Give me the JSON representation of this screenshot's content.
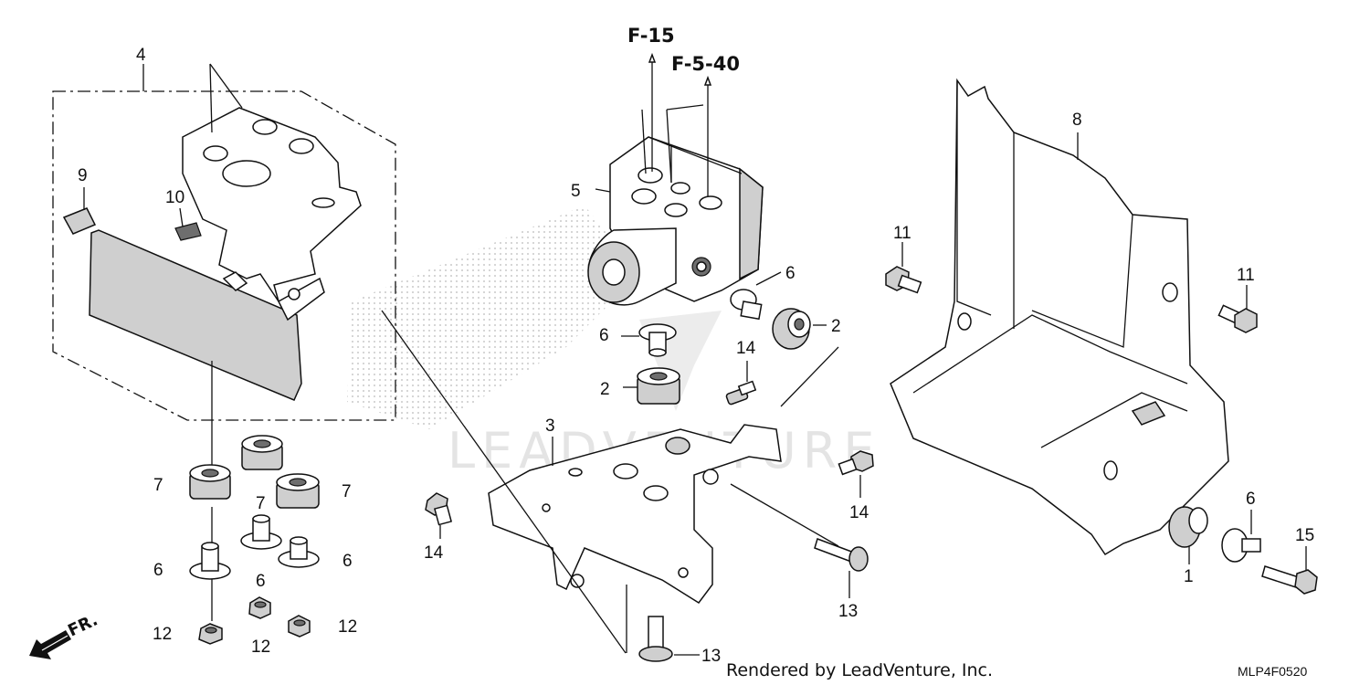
{
  "diagram": {
    "callouts": {
      "c1": "1",
      "c2a": "2",
      "c2b": "2",
      "c3": "3",
      "c4": "4",
      "c5": "5",
      "c6a": "6",
      "c6b": "6",
      "c6c": "6",
      "c6d": "6",
      "c6e": "6",
      "c6f": "6",
      "c7a": "7",
      "c7b": "7",
      "c7c": "7",
      "c8": "8",
      "c9": "9",
      "c10": "10",
      "c11a": "11",
      "c11b": "11",
      "c12a": "12",
      "c12b": "12",
      "c12c": "12",
      "c13a": "13",
      "c13b": "13",
      "c14a": "14",
      "c14b": "14",
      "c14c": "14",
      "c15": "15"
    },
    "references": {
      "r1": "F-15",
      "r2": "F-5-40"
    },
    "direction_label": "FR.",
    "watermark": "LEADVENTURE",
    "credit": "Rendered by LeadVenture, Inc.",
    "diagram_code": "MLP4F0520"
  }
}
